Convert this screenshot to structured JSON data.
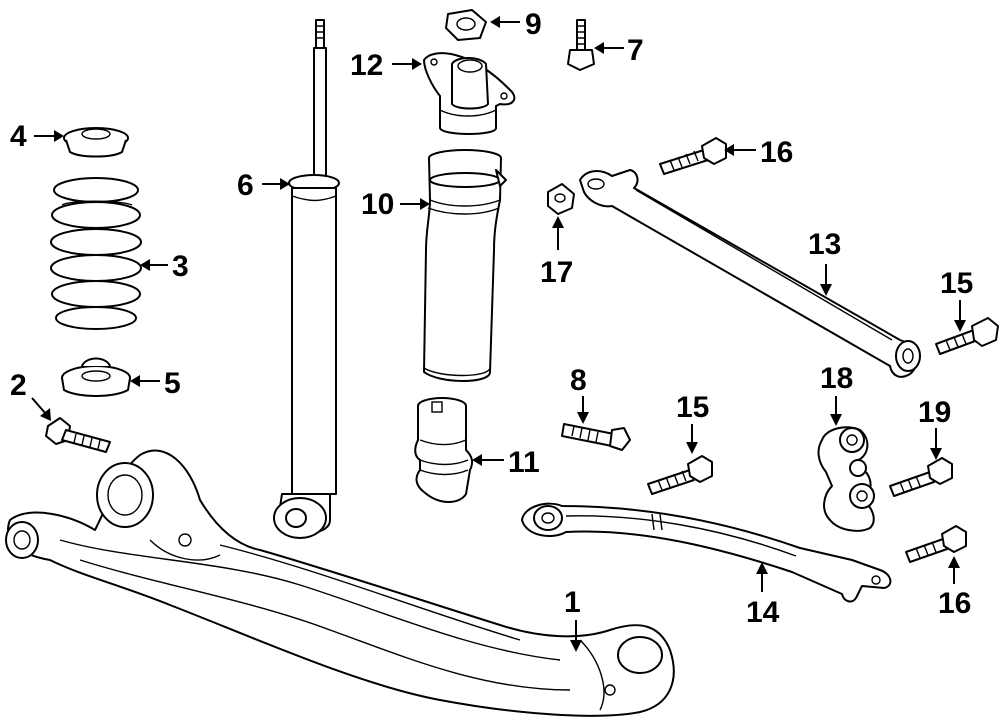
{
  "callouts": {
    "c1": "1",
    "c2": "2",
    "c3": "3",
    "c4": "4",
    "c5": "5",
    "c6": "6",
    "c7": "7",
    "c8": "8",
    "c9": "9",
    "c10": "10",
    "c11": "11",
    "c12": "12",
    "c13": "13",
    "c14": "14",
    "c15a": "15",
    "c15b": "15",
    "c16a": "16",
    "c16b": "16",
    "c17": "17",
    "c18": "18",
    "c19": "19"
  },
  "colors": {
    "line": "#000000",
    "background": "#ffffff"
  }
}
